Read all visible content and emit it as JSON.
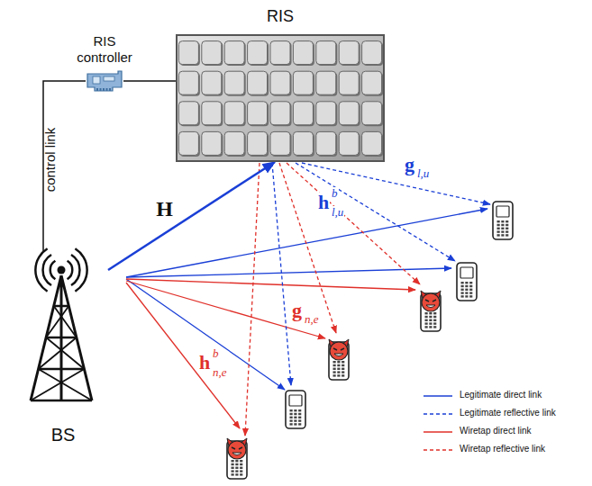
{
  "diagram": {
    "nodes": [
      {
        "text": [
          "RIS"
        ]
      },
      {
        "text": [
          "RIS controller"
        ]
      },
      {
        "text": [
          "BS"
        ]
      }
    ],
    "edges": [
      {
        "from": 2,
        "to": 1,
        "arrow": "none",
        "label": "control link"
      },
      {
        "from": 1,
        "to": 0,
        "arrow": "none"
      },
      {
        "from": 2,
        "to": 0,
        "arrow": "to",
        "label": "H"
      }
    ],
    "labels": [
      "h",
      "b",
      "l,u",
      "g",
      "l,u",
      "g",
      "n,e",
      "h",
      "b",
      "n,e"
    ],
    "legend": [
      {
        "text": "Legitimate direct link"
      },
      {
        "text": "Legitimate reflective link"
      },
      {
        "text": "Wiretap direct link"
      },
      {
        "text": "Wiretap reflective link"
      }
    ]
  }
}
